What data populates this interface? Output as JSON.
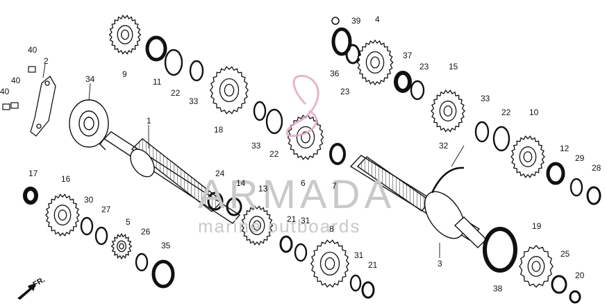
{
  "watermark": {
    "brand": "ARMADA",
    "tagline": "marine outboards",
    "accent": "#e2a7c4"
  },
  "direction": {
    "label": "FR."
  },
  "callouts": [
    "1",
    "2",
    "3",
    "4",
    "5",
    "6",
    "7",
    "8",
    "9",
    "10",
    "11",
    "12",
    "13",
    "14",
    "15",
    "16",
    "17",
    "18",
    "19",
    "20",
    "21",
    "22",
    "23",
    "24",
    "25",
    "26",
    "27",
    "28",
    "29",
    "30",
    "31",
    "32",
    "33",
    "34",
    "35",
    "36",
    "37",
    "38",
    "39",
    "40"
  ]
}
